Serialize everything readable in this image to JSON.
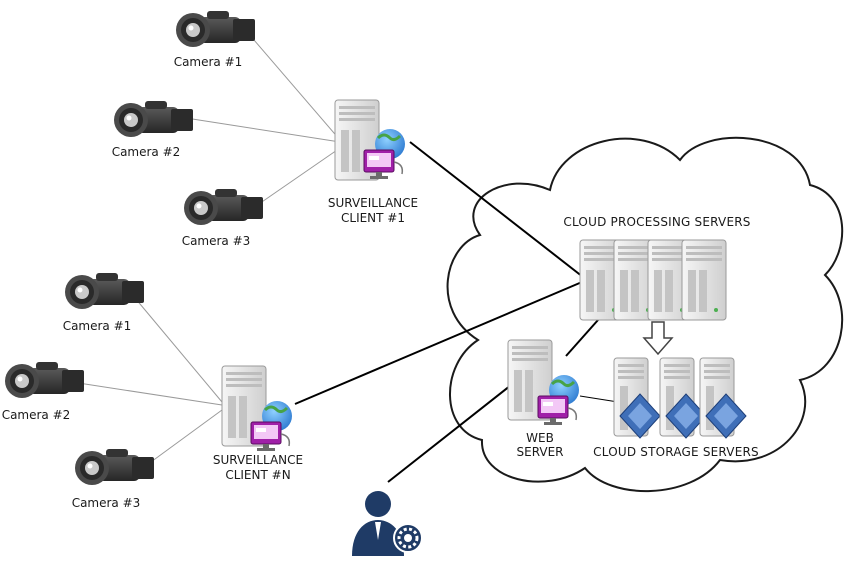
{
  "group1": {
    "cameras": [
      "Camera #1",
      "Camera #2",
      "Camera #3"
    ],
    "client": [
      "SURVEILLANCE",
      "CLIENT #1"
    ]
  },
  "groupN": {
    "cameras": [
      "Camera #1",
      "Camera #2",
      "Camera #3"
    ],
    "client": [
      "SURVEILLANCE",
      "CLIENT #N"
    ]
  },
  "cloud": {
    "processing": "CLOUD PROCESSING SERVERS",
    "web_server": [
      "WEB",
      "SERVER"
    ],
    "storage": "CLOUD STORAGE SERVERS"
  },
  "colors": {
    "cloud_stroke": "#1a1a1a",
    "link_thin": "#9a9a9a",
    "link_thick": "#000000",
    "camera_body": "#3b3b3b",
    "server_body": "#e6e6e6",
    "monitor_accent": "#a020a8",
    "globe_accent": "#2e7bd1",
    "storage_accent": "#3f6fb8",
    "admin_user": "#1f3b66"
  },
  "icons": [
    "camera-icon",
    "server-tower-icon",
    "monitor-icon",
    "globe-icon",
    "storage-array-icon",
    "admin-user-gear-icon",
    "down-arrow-icon"
  ]
}
